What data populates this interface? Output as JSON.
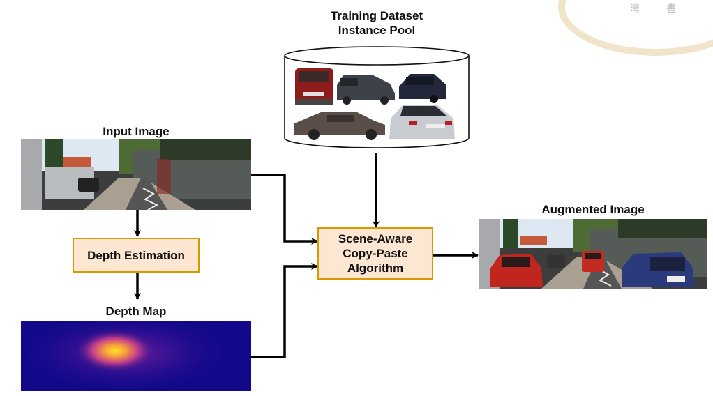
{
  "diagram": {
    "nodes": {
      "training_pool": {
        "title_line1": "Training Dataset",
        "title_line2": "Instance Pool"
      },
      "input_image": {
        "title": "Input Image"
      },
      "depth_estimation": {
        "label": "Depth Estimation"
      },
      "depth_map": {
        "title": "Depth Map"
      },
      "copy_paste": {
        "line1": "Scene-Aware",
        "line2": "Copy-Paste",
        "line3": "Algorithm"
      },
      "augmented_image": {
        "title": "Augmented Image"
      }
    },
    "edges": [
      {
        "from": "Input Image",
        "to": "Depth Estimation"
      },
      {
        "from": "Depth Estimation",
        "to": "Depth Map"
      },
      {
        "from": "Input Image",
        "to": "Scene-Aware Copy-Paste Algorithm"
      },
      {
        "from": "Depth Map",
        "to": "Scene-Aware Copy-Paste Algorithm"
      },
      {
        "from": "Training Dataset Instance Pool",
        "to": "Scene-Aware Copy-Paste Algorithm"
      },
      {
        "from": "Scene-Aware Copy-Paste Algorithm",
        "to": "Augmented Image"
      }
    ],
    "colors": {
      "box_fill": "#fde6d2",
      "box_border": "#d79b00",
      "arrow": "#000000"
    },
    "watermark": {
      "chars": [
        "灣",
        "書"
      ]
    }
  }
}
